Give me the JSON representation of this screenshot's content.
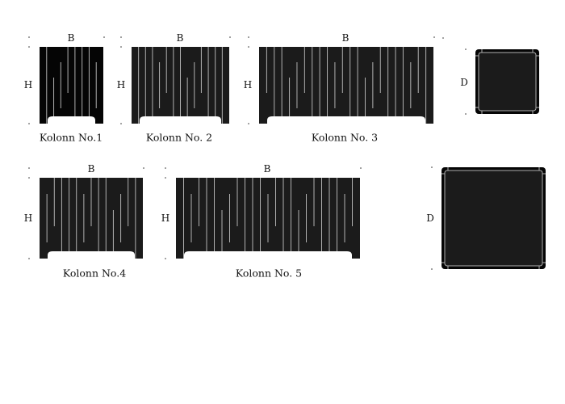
{
  "dimensions": {
    "width": "B",
    "height": "H",
    "depth": "D"
  },
  "colors": {
    "panel": "#1b1b1b",
    "panel_dark": "#050505",
    "stripe": "#b0b0b0",
    "background": "#ffffff"
  },
  "products": [
    {
      "label": "Kolonn No.1"
    },
    {
      "label": "Kolonn No. 2"
    },
    {
      "label": "Kolonn No. 3"
    },
    {
      "label": "Kolonn No.4"
    },
    {
      "label": "Kolonn No. 5"
    }
  ]
}
